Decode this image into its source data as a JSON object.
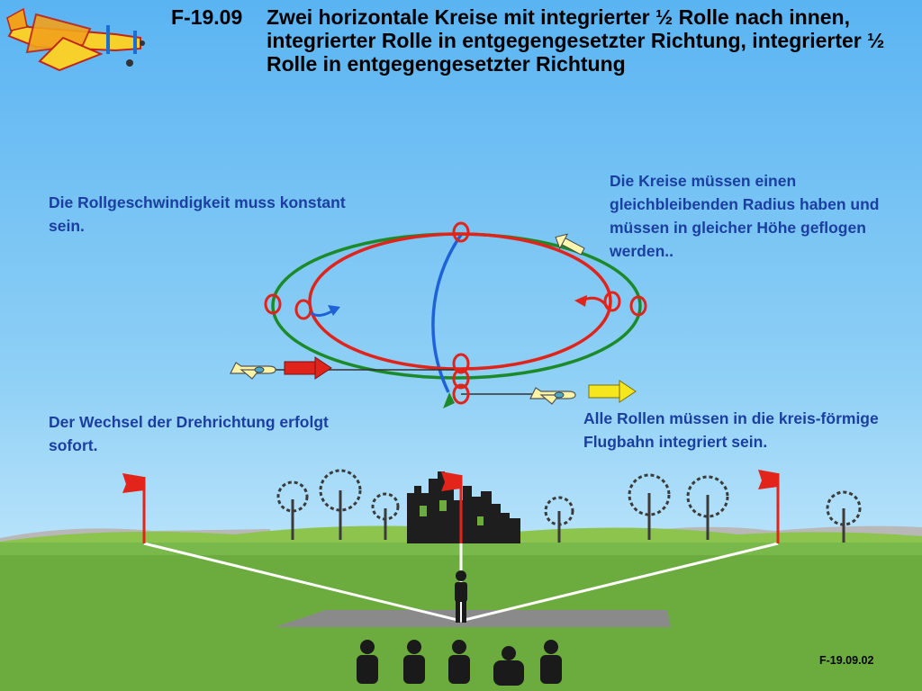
{
  "header": {
    "code": "F-19.09",
    "title": "Zwei horizontale Kreise mit integrierter ½ Rolle nach innen, integrierter Rolle in entgegengesetzter Richtung, integrierter ½ Rolle in entgegengesetzter Richtung"
  },
  "notes": {
    "top_left": "Die Rollgeschwindigkeit muss konstant sein.",
    "top_right": "Die Kreise müssen einen gleichbleibenden Radius haben und müssen in gleicher Höhe geflogen werden..",
    "bottom_left": "Der Wechsel der Drehrichtung erfolgt sofort.",
    "bottom_right": "Alle Rollen müssen in die kreis-förmige Flugbahn integriert sein."
  },
  "footer": {
    "figure_code": "F-19.09.02"
  },
  "colors": {
    "sky_top": "#5ab4f2",
    "grass": "#6cab3e",
    "note_text": "#1b3fa0",
    "circle_green": "#1d8a2a",
    "circle_red": "#e0241b",
    "circle_blue": "#1f62d8",
    "roll_marker": "#e0241b",
    "entry_arrow": "#e0241b",
    "exit_arrow": "#f5e61e"
  },
  "icons": [
    "aerobatic-plane-icon",
    "pilot-silhouette",
    "judge-silhouette",
    "corner-flag-icon",
    "castle-silhouette",
    "tree-silhouette"
  ]
}
